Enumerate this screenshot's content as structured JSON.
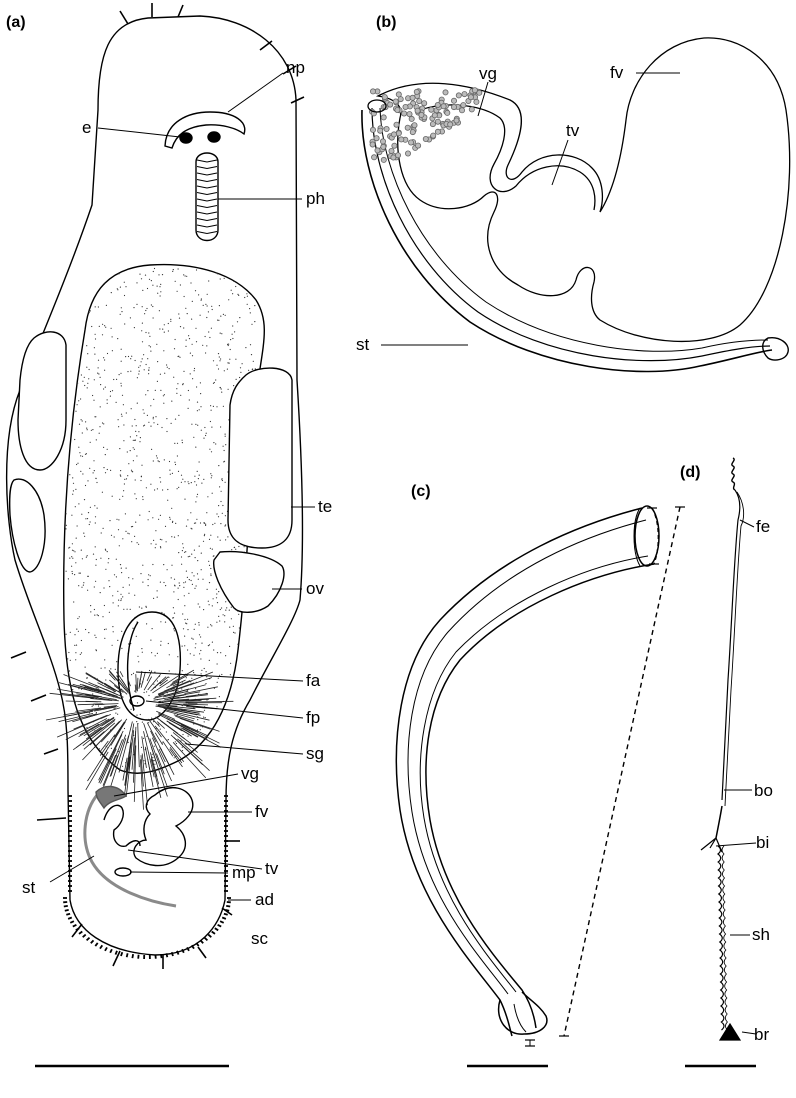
{
  "panels": {
    "a": {
      "letter": "(a)",
      "labels": {
        "np": "np",
        "e": "e",
        "ph": "ph",
        "te": "te",
        "ov": "ov",
        "fa": "fa",
        "fp": "fp",
        "sg": "sg",
        "vg": "vg",
        "fv": "fv",
        "st": "st",
        "tv": "tv",
        "mp": "mp",
        "ad": "ad",
        "sc": "sc"
      }
    },
    "b": {
      "letter": "(b)",
      "labels": {
        "vg": "vg",
        "fv": "fv",
        "tv": "tv",
        "st": "st"
      }
    },
    "c": {
      "letter": "(c)"
    },
    "d": {
      "letter": "(d)",
      "labels": {
        "fe": "fe",
        "bo": "bo",
        "bi": "bi",
        "sh": "sh",
        "br": "br"
      }
    }
  },
  "colors": {
    "ink": "#000000",
    "stipple": "#333333",
    "grey_organ": "#8a8a8a",
    "background": "#ffffff"
  }
}
